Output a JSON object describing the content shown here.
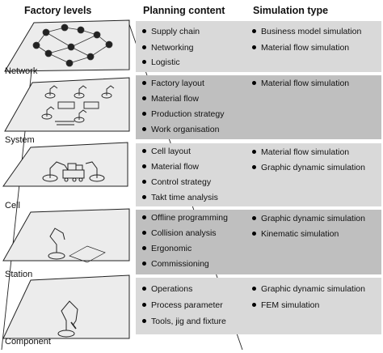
{
  "headers": {
    "factory_levels": "Factory levels",
    "planning_content": "Planning content",
    "simulation_type": "Simulation type"
  },
  "levels": [
    {
      "name": "Network",
      "shade": "light",
      "planning": [
        "Supply chain",
        "Networking",
        "Logistic"
      ],
      "simulation": [
        "Business model simulation",
        "Material flow simulation"
      ]
    },
    {
      "name": "System",
      "shade": "dark",
      "planning": [
        "Factory layout",
        "Material flow",
        "Production strategy",
        "Work organisation"
      ],
      "simulation": [
        "Material flow simulation"
      ]
    },
    {
      "name": "Cell",
      "shade": "light",
      "planning": [
        "Cell layout",
        "Material flow",
        "Control strategy",
        "Takt time analysis"
      ],
      "simulation": [
        "Material flow simulation",
        "Graphic dynamic simulation"
      ]
    },
    {
      "name": "Station",
      "shade": "dark",
      "planning": [
        "Offline programming",
        "Collision analysis",
        "Ergonomic",
        "Commissioning"
      ],
      "simulation": [
        "Graphic dynamic simulation",
        "Kinematic simulation"
      ]
    },
    {
      "name": "Component",
      "shade": "light",
      "planning": [
        "Operations",
        "Process parameter",
        "Tools, jig and fixture"
      ],
      "simulation": [
        "Graphic dynamic simulation",
        "FEM simulation"
      ]
    }
  ],
  "colors": {
    "band_light": "#d9d9d9",
    "band_dark": "#bfbfbf",
    "plane_fill": "#ececec",
    "outline": "#222222"
  }
}
